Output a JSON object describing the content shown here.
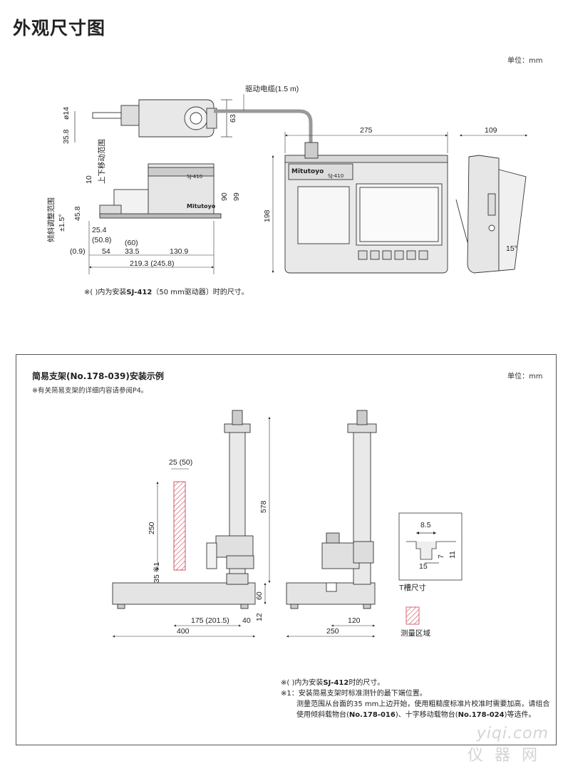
{
  "title": "外观尺寸图",
  "unit_label": "单位：mm",
  "top_view": {
    "cable_label": "驱动电缆(1.5 m)",
    "width_275": "275",
    "depth_109": "109",
    "height_198": "198",
    "angle_15": "15°",
    "brand": "Mitutoyo",
    "model": "SJ-410"
  },
  "detector_dims": {
    "phi14": "ø14",
    "d35_8": "35.8",
    "d63": "63",
    "d10": "10",
    "updown_label": "上下移动范围",
    "d90": "90",
    "d99": "99",
    "d45_8": "45.8",
    "tilt_label": "倾斜调整范围",
    "tilt_val": "±1.5°",
    "d25_4": "25.4",
    "d50_8": "(50.8)",
    "d60": "(60)",
    "d0_9": "(0.9)",
    "d54": "54",
    "d33_5": "33.5",
    "d130_9": "130.9",
    "total": "219.3 (245.8)"
  },
  "note_top_prefix": "※(  )内为安装",
  "note_top_model": "SJ-412",
  "note_top_suffix": "〔50 mm驱动器〕时的尺寸。",
  "stand": {
    "title": "简易支架(No.178-039)安装示例",
    "subtitle": "※有关简易支架的详细内容请参阅P4。",
    "unit_label": "单位：mm",
    "d25_50": "25 (50)",
    "d250": "250",
    "d35": "35 ※1",
    "d578": "578",
    "d60": "60",
    "d12": "12",
    "d175": "175 (201.5)",
    "d40": "40",
    "d400": "400",
    "d120": "120",
    "d250w": "250",
    "t_slot_label": "T槽尺寸",
    "t8_5": "8.5",
    "t7": "7",
    "t11": "11",
    "t15": "15",
    "measure_area": "测量区域"
  },
  "notes2": {
    "n1_prefix": "※(  )内为安装",
    "n1_model": "SJ-412",
    "n1_suffix": "时的尺寸。",
    "n2": "※1：安装简易支架时标准测针的最下端位置。",
    "n3": "测量范围从台面的35 mm上边开始，使用粗糙度标准片校准时需要加高，请组合使用倾斜载物台(",
    "n3b": "No.178-016",
    "n3c": ")、十字移动载物台",
    "n4a": "No.178-024",
    "n4b": ")等选件。"
  },
  "watermark": {
    "line1": "yiqi.com",
    "line2": "仪器网"
  }
}
